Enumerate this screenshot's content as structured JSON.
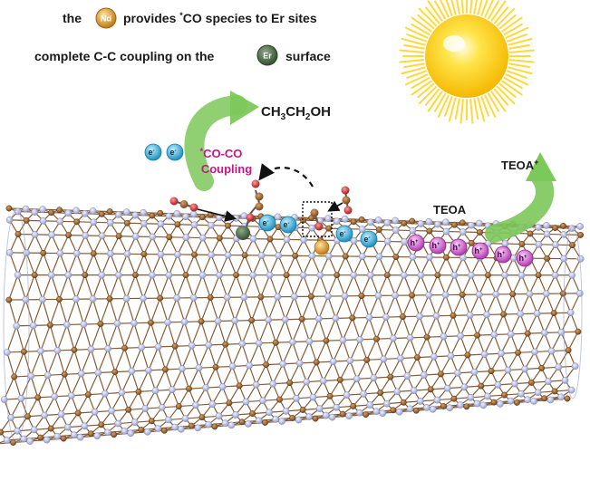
{
  "legend": {
    "line1": {
      "prefix": "the",
      "badge": "Nd",
      "text": "provides ",
      "sup": "*",
      "suffix": "CO species to Er sites"
    },
    "line2": {
      "prefix": "complete C-C coupling on the",
      "badge": "Er",
      "suffix": "surface"
    }
  },
  "product": {
    "base1": "CH",
    "sub1": "3",
    "base2": "CH",
    "sub2": "2",
    "base3": "OH"
  },
  "coupling": {
    "sup": "*",
    "line1": "CO-CO",
    "line2": "Coupling"
  },
  "electron": {
    "label": "e",
    "sup": "-"
  },
  "hole": {
    "label": "h",
    "sup": "+"
  },
  "teoa": {
    "label": "TEOA",
    "oxidized": "TEOA",
    "oxidized_sup": "+"
  },
  "colors": {
    "nd": "#e0a030",
    "er": "#4f6b4a",
    "electron": "#2ab0d8",
    "hole": "#d65ad6",
    "carbon": "#8b5a2b",
    "nitrogen": "#b9c0e6",
    "oxygen": "#d21a1a",
    "arrow_green": "#7cc85a",
    "coupling_text": "#c2188a",
    "sun": "#ffd21a"
  },
  "icons": [
    "sun-icon",
    "nanotube-icon",
    "co-molecule-icon",
    "electron-icon",
    "hole-icon"
  ]
}
